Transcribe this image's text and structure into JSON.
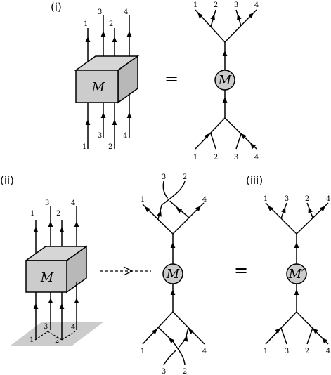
{
  "panel_labels": {
    "i": "(i)",
    "ii": "(ii)",
    "iii": "(iii)"
  },
  "box_label": "M",
  "node_labels": {
    "i": "M",
    "ii": "M",
    "iii": "M′"
  },
  "equals_sign": "=",
  "panel_i": {
    "box_top_labels": [
      "1",
      "3",
      "2",
      "4"
    ],
    "box_bottom_labels": [
      "1",
      "3",
      "2",
      "4"
    ],
    "tree_top_labels": [
      "1",
      "2",
      "3",
      "4"
    ],
    "tree_bottom_labels": [
      "1",
      "2",
      "3",
      "4"
    ]
  },
  "panel_ii": {
    "box_top_labels": [
      "1",
      "3",
      "2",
      "4"
    ],
    "plane_labels": [
      "1",
      "3",
      "2",
      "4"
    ],
    "tree_top_labels": [
      "1",
      "3",
      "2",
      "4"
    ],
    "tree_bottom_labels": [
      "1",
      "3",
      "2",
      "4"
    ]
  },
  "panel_iii": {
    "tree_top_labels": [
      "1",
      "3",
      "2",
      "4"
    ],
    "tree_bottom_labels": [
      "1",
      "3",
      "2",
      "4"
    ]
  },
  "colors": {
    "stroke": "#000000",
    "box_fill": "#cccccc",
    "plane_fill": "#cccccc"
  }
}
